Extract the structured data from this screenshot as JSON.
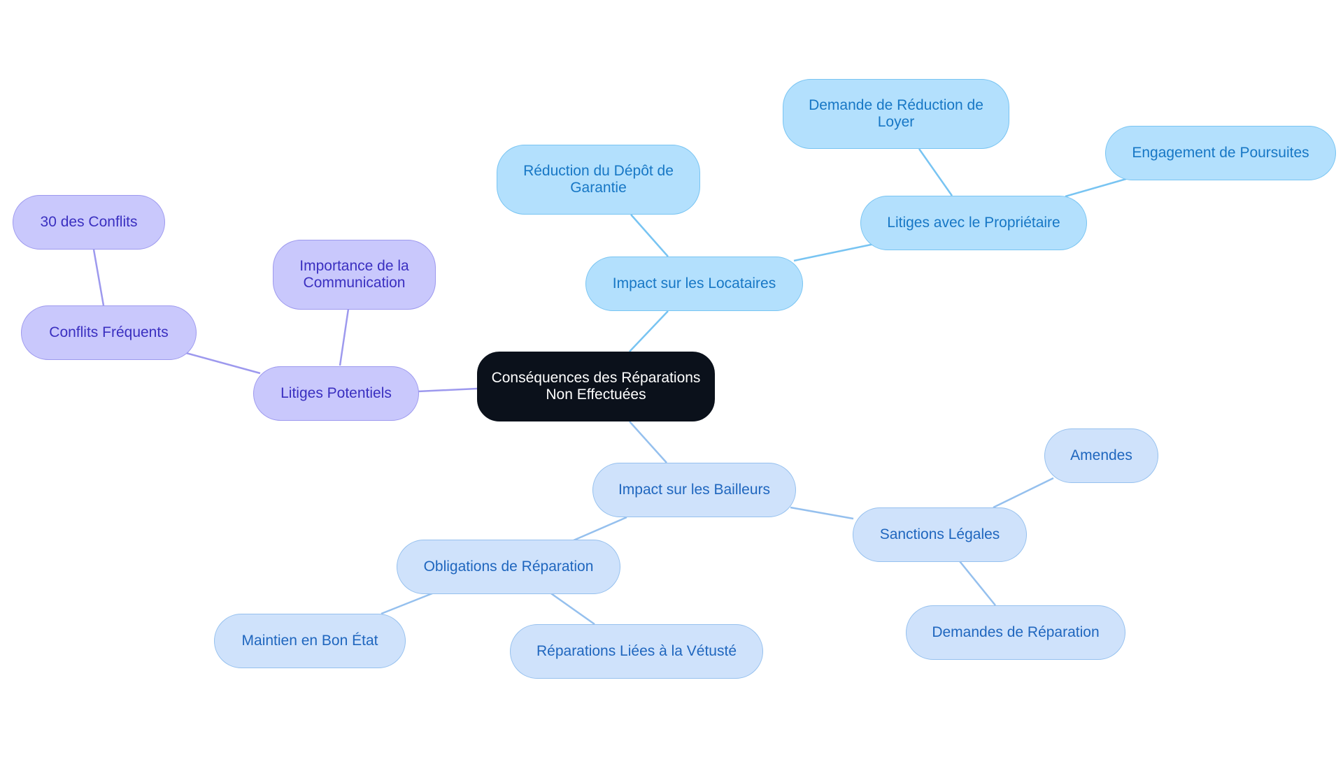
{
  "diagram": {
    "root": "Conséquences des Réparations Non Effectuées",
    "branches": {
      "locataires": {
        "label": "Impact sur les Locataires",
        "reduction_depot": "Réduction du Dépôt de Garantie",
        "litiges_proprietaire": {
          "label": "Litiges avec le Propriétaire",
          "demande_reduction": "Demande de Réduction de Loyer",
          "poursuites": "Engagement de Poursuites"
        }
      },
      "bailleurs": {
        "label": "Impact sur les Bailleurs",
        "obligations": {
          "label": "Obligations de Réparation",
          "maintien": "Maintien en Bon État",
          "vetuste": "Réparations Liées à la Vétusté"
        },
        "sanctions": {
          "label": "Sanctions Légales",
          "amendes": "Amendes",
          "demandes": "Demandes de Réparation"
        }
      },
      "litiges": {
        "label": "Litiges Potentiels",
        "communication": "Importance de la Communication",
        "conflits": {
          "label": "Conflits Fréquents",
          "trente": "30 des Conflits"
        }
      }
    },
    "colors": {
      "root_fill": "#0b111b",
      "locataires_fill": "#b3e0fd",
      "locataires_edge": "#78c4f2",
      "bailleurs_fill": "#cfe2fb",
      "bailleurs_edge": "#95c0ee",
      "litiges_fill": "#c9c8fc",
      "litiges_edge": "#9d99ee"
    }
  }
}
